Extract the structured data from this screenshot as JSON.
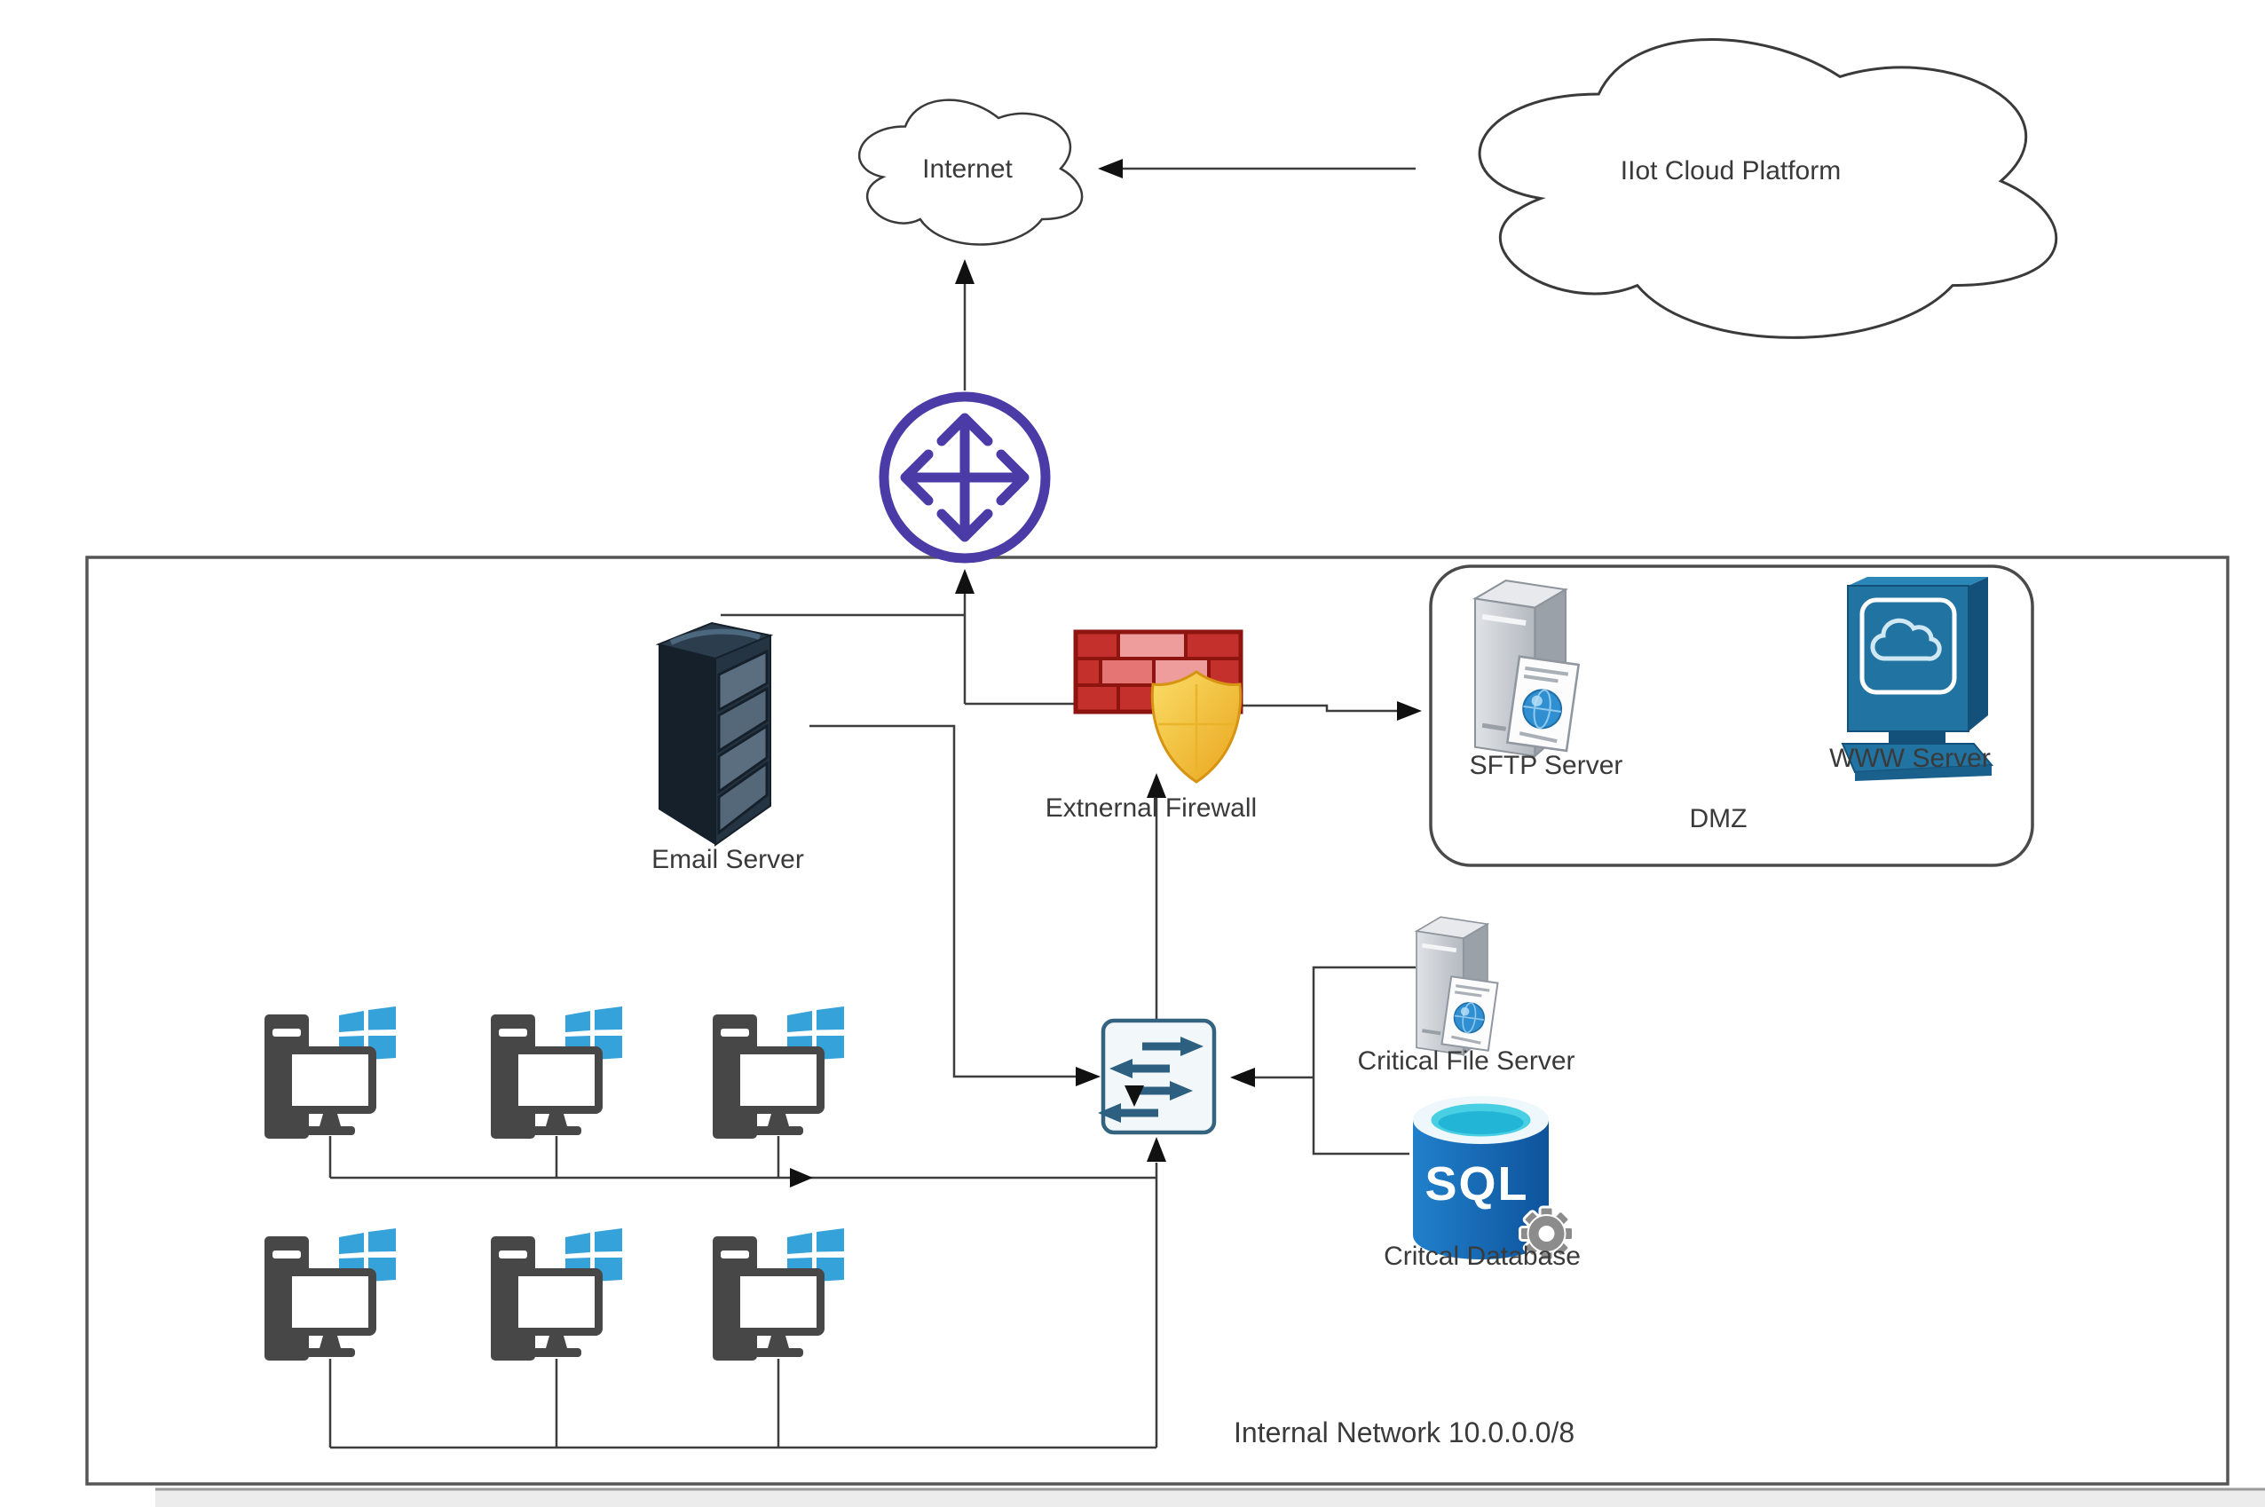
{
  "diagram": {
    "title": "Network architecture diagram",
    "nodes": {
      "internet": {
        "label": "Internet"
      },
      "iiot_cloud": {
        "label": "IIot Cloud Platform"
      },
      "email_server": {
        "label": "Email Server"
      },
      "external_firewall": {
        "label": "Extnernal Firewall"
      },
      "sftp_server": {
        "label": "SFTP Server"
      },
      "www_server": {
        "label": "WWW Server"
      },
      "dmz": {
        "label": "DMZ"
      },
      "critical_file_server": {
        "label": "Critical File Server"
      },
      "critical_database": {
        "label": "Critcal Database",
        "icon_text": "SQL"
      },
      "internal_network": {
        "label": "Internal Network 10.0.0.0/8"
      }
    },
    "icons": {
      "router": "router-4way-arrows-icon",
      "firewall": "brick-wall-shield-icon",
      "switch": "network-switch-arrows-icon",
      "email_server": "rack-server-icon",
      "tower_server": "tower-server-globe-icon",
      "www_server": "web-terminal-cloud-icon",
      "database": "sql-cylinder-gear-icon",
      "workstation": "windows-workstation-icon",
      "cloud": "cloud-outline-icon"
    },
    "colors": {
      "router_purple": "#4b3ba6",
      "switch_blue": "#2d5f80",
      "firewall_red": "#c4302b",
      "shield_gold": "#f2b824",
      "windows_blue": "#35a2da",
      "sql_blue": "#1467b2",
      "server_gray": "#ccd0d5",
      "connector": "#3d3d3d",
      "border_gray": "#555555"
    }
  }
}
